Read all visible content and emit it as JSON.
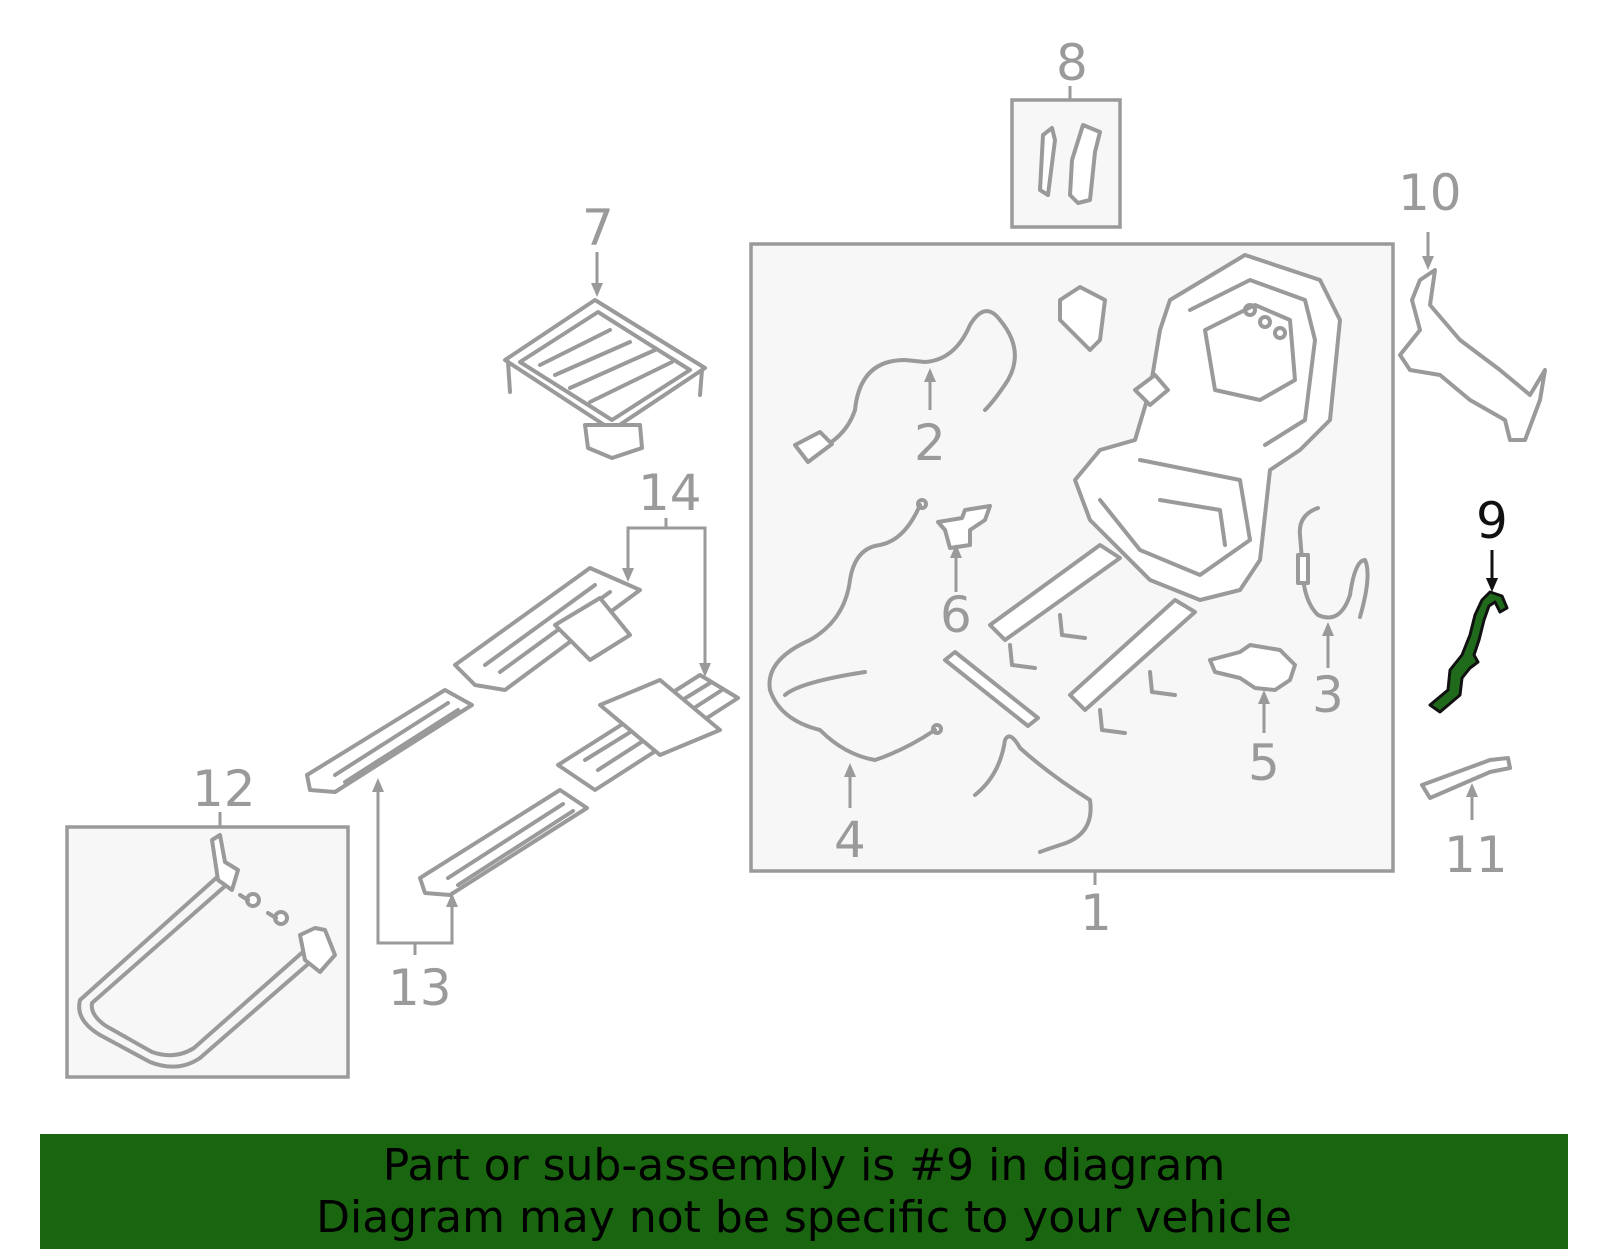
{
  "labels": {
    "p1": "1",
    "p2": "2",
    "p3": "3",
    "p4": "4",
    "p5": "5",
    "p6": "6",
    "p7": "7",
    "p8": "8",
    "p9": "9",
    "p10": "10",
    "p11": "11",
    "p12": "12",
    "p13": "13",
    "p14": "14"
  },
  "highlight": {
    "part": "9",
    "color": "#1f6b1b"
  },
  "banner": {
    "line1": "Part or sub-assembly is #9 in diagram",
    "line2": "Diagram may not be specific to your vehicle",
    "color": "#1a6510"
  }
}
